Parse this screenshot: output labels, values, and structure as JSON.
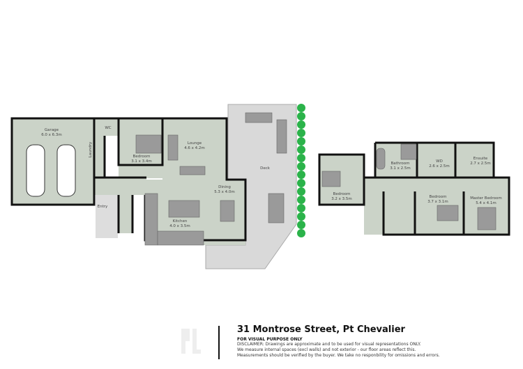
{
  "plan": {
    "ground_floor": {
      "rooms": [
        {
          "name": "Garage",
          "size": "6.0 x 6.3m"
        },
        {
          "name": "WC",
          "size": ""
        },
        {
          "name": "Laundry",
          "size": ""
        },
        {
          "name": "Bedroom",
          "size": "3.1 x 3.4m"
        },
        {
          "name": "Lounge",
          "size": "4.6 x 4.2m"
        },
        {
          "name": "Dining",
          "size": "5.3 x 4.0m"
        },
        {
          "name": "Kitchen",
          "size": "4.0 x 3.5m"
        },
        {
          "name": "Entry",
          "size": ""
        },
        {
          "name": "Deck",
          "size": ""
        }
      ]
    },
    "first_floor": {
      "rooms": [
        {
          "name": "Bedroom",
          "size": "3.2 x 3.5m"
        },
        {
          "name": "Bathroom",
          "size": "3.1 x 2.5m"
        },
        {
          "name": "WD",
          "size": "2.6 x 2.5m"
        },
        {
          "name": "Ensuite",
          "size": "2.7 x 2.5m"
        },
        {
          "name": "Bedroom",
          "size": "3.7 x 3.1m"
        },
        {
          "name": "Master Bedroom",
          "size": "5.4 x 4.1m"
        }
      ]
    },
    "colors": {
      "floor": "#cbd3c8",
      "deck": "#d9d9d9",
      "hedge": "#2bb34a",
      "wall": "#111111"
    }
  },
  "footer": {
    "address": "31 Montrose Street, Pt Chevalier",
    "notice": "FOR VISUAL PURPOSE ONLY",
    "disclaimer": [
      "DISCLAIMER:  Drawings are approximate and to be used for visual representations ONLY.",
      "We measure internal spaces (excl walls) and not exterior - our floor areas reflect this.",
      "Measurements should be verified by the buyer. We take no responbility for omissions and errors."
    ]
  }
}
